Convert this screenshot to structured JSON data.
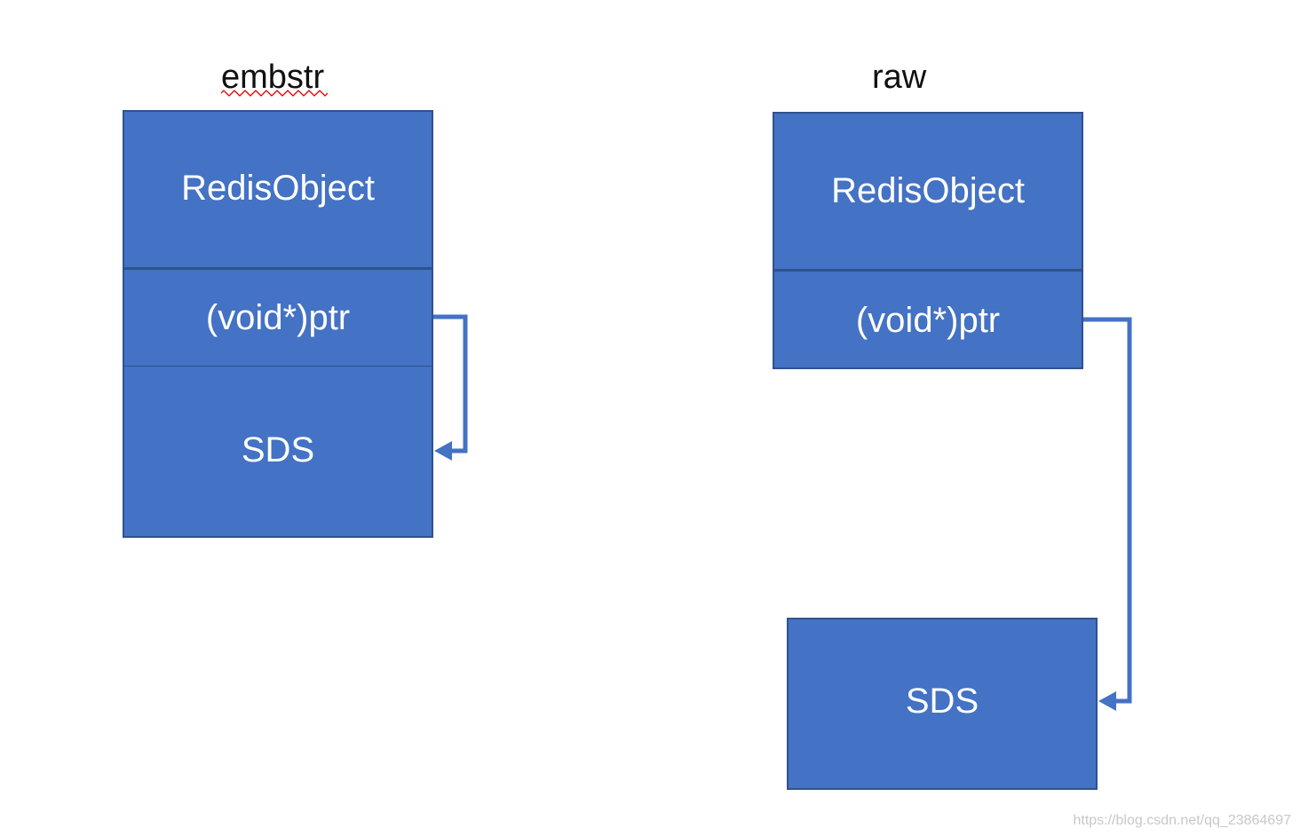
{
  "embstr": {
    "title": "embstr",
    "cells": {
      "header": "RedisObject",
      "pointer": "(void*)ptr",
      "payload": "SDS"
    }
  },
  "raw": {
    "title": "raw",
    "cells": {
      "header": "RedisObject",
      "pointer": "(void*)ptr",
      "payload": "SDS"
    }
  },
  "colors": {
    "fill": "#4472c4",
    "border": "#2f528f",
    "arrow": "#4472c4",
    "spellcheck": "#e00000"
  },
  "watermark": "https://blog.csdn.net/qq_23864697"
}
